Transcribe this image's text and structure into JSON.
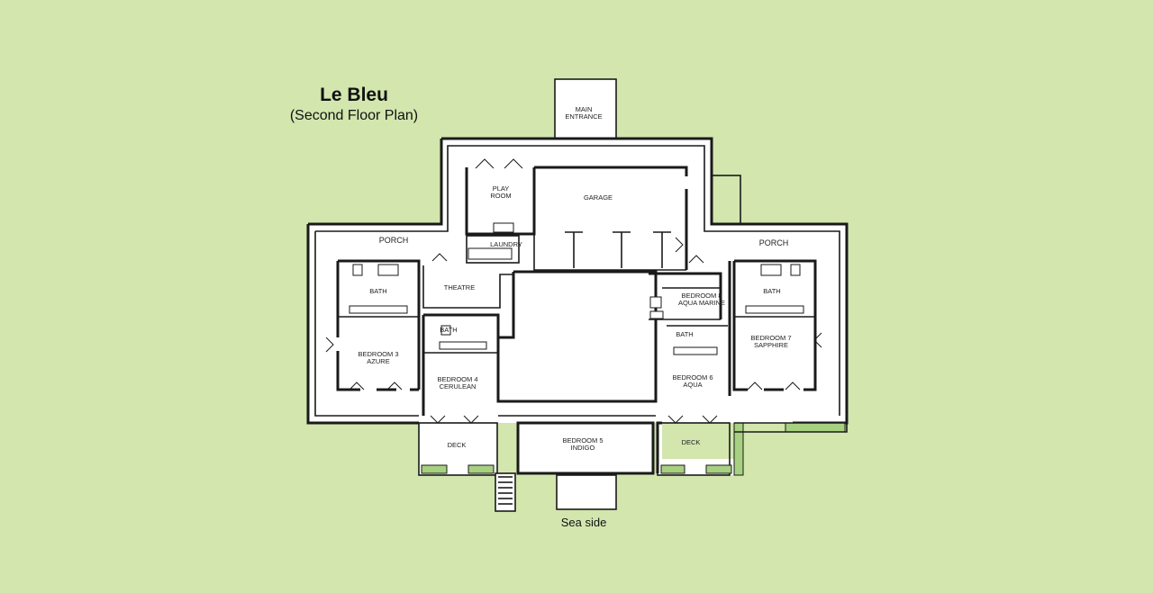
{
  "title": "Le Bleu",
  "subtitle": "(Second Floor Plan)",
  "footer": "Sea side",
  "colors": {
    "background": "#d2e6ae",
    "room_fill": "#ffffff",
    "wall": "#1a1a1a",
    "planter": "#a7d080"
  },
  "rooms": {
    "main_entrance": [
      "MAIN",
      "ENTRANCE"
    ],
    "play_room": [
      "PLAY",
      "ROOM"
    ],
    "garage": "GARAGE",
    "laundry": "LAUNDRY",
    "porch_left": "PORCH",
    "porch_right": "PORCH",
    "theatre": "THEATRE",
    "bath_left_top": "BATH",
    "bath_left_mid": "BATH",
    "bath_right_mid": "BATH",
    "bath_right_top": "BATH",
    "bedroom_3": [
      "BEDROOM 3",
      "AZURE"
    ],
    "bedroom_4": [
      "BEDROOM 4",
      "CERULEAN"
    ],
    "bedroom_5": [
      "BEDROOM 5",
      "INDIGO"
    ],
    "bedroom_6": [
      "BEDROOM 6",
      "AQUA"
    ],
    "bedroom_7": [
      "BEDROOM 7",
      "SAPPHIRE"
    ],
    "bedroom_8": [
      "BEDROOM 8",
      "AQUA MARINE"
    ],
    "deck_left": "DECK",
    "deck_right": "DECK"
  }
}
